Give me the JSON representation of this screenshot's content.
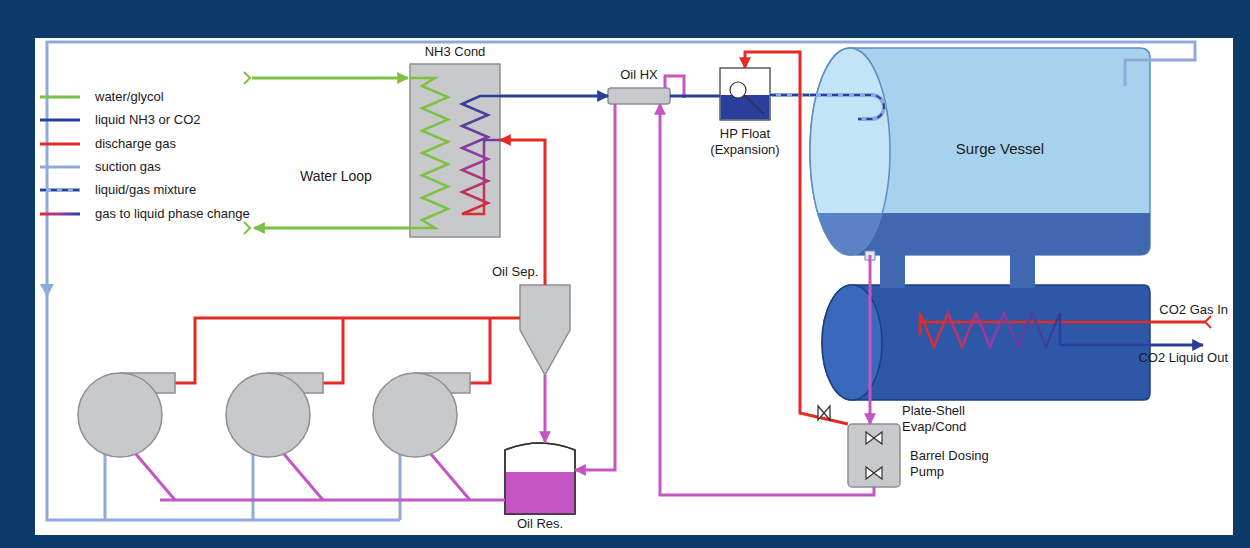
{
  "diagram": {
    "nodes": [
      {
        "text": [
          "NH3 Cond"
        ]
      },
      {
        "text": [
          "Oil HX"
        ]
      },
      {
        "text": [
          "HP Float (Expansion)"
        ]
      },
      {
        "text": [
          "Surge Vessel"
        ]
      },
      {
        "text": [
          "Plate-Shell Evap/Cond"
        ]
      },
      {
        "text": [
          "Oil Sep."
        ]
      },
      {
        "text": [
          "Barrel Dosing Pump"
        ]
      },
      {
        "text": [
          "Oil Res."
        ]
      }
    ],
    "edges": [
      {
        "from": 5,
        "to": 0,
        "arrow": "to"
      },
      {
        "from": 0,
        "to": 1,
        "arrow": "to"
      },
      {
        "from": 1,
        "to": 2,
        "arrow": "none"
      },
      {
        "from": 2,
        "to": 3,
        "arrow": "none"
      },
      {
        "from": 3,
        "to": 6,
        "arrow": "to"
      },
      {
        "from": 6,
        "to": 2,
        "arrow": "to"
      },
      {
        "from": 6,
        "to": 1,
        "arrow": "to"
      },
      {
        "from": 1,
        "to": 7,
        "arrow": "to"
      },
      {
        "from": 5,
        "to": 7,
        "arrow": "to"
      }
    ],
    "labels": [
      "Water Loop",
      "CO2 Gas In",
      "CO2 Liquid Out"
    ],
    "legend": [
      {
        "text": "water/glycol"
      },
      {
        "text": "liquid NH3 or CO2"
      },
      {
        "text": "discharge gas"
      },
      {
        "text": "suction gas"
      },
      {
        "text": "liquid/gas mixture"
      },
      {
        "text": "gas to liquid phase change"
      }
    ]
  }
}
